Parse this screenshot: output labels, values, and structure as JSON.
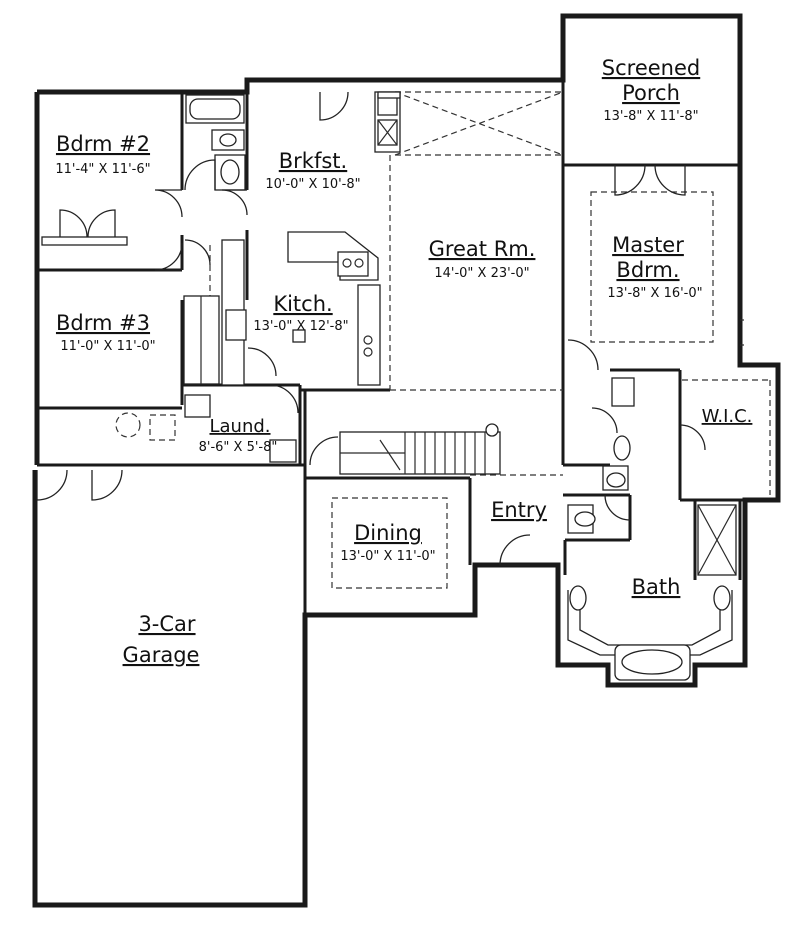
{
  "rooms": {
    "screened_porch": {
      "name_line1": "Screened",
      "name_line2": "Porch",
      "dim": "13'-8\" X 11'-8\""
    },
    "bdrm2": {
      "name": "Bdrm #2",
      "dim": "11'-4\" X 11'-6\""
    },
    "brkfst": {
      "name": "Brkfst.",
      "dim": "10'-0\" X 10'-8\""
    },
    "great_rm": {
      "name": "Great Rm.",
      "dim": "14'-0\" X 23'-0\""
    },
    "master_bdrm": {
      "name_line1": "Master",
      "name_line2": "Bdrm.",
      "dim": "13'-8\" X 16'-0\""
    },
    "bdrm3": {
      "name": "Bdrm #3",
      "dim": "11'-0\" X 11'-0\""
    },
    "kitch": {
      "name": "Kitch.",
      "dim": "13'-0\" X 12'-8\""
    },
    "laund": {
      "name": "Laund.",
      "dim": "8'-6\" X 5'-8\""
    },
    "wic": {
      "name": "W.I.C."
    },
    "dining": {
      "name": "Dining",
      "dim": "13'-0\" X 11'-0\""
    },
    "entry": {
      "name": "Entry"
    },
    "bath": {
      "name": "Bath"
    },
    "garage": {
      "name_line1": "3-Car",
      "name_line2": "Garage"
    }
  }
}
